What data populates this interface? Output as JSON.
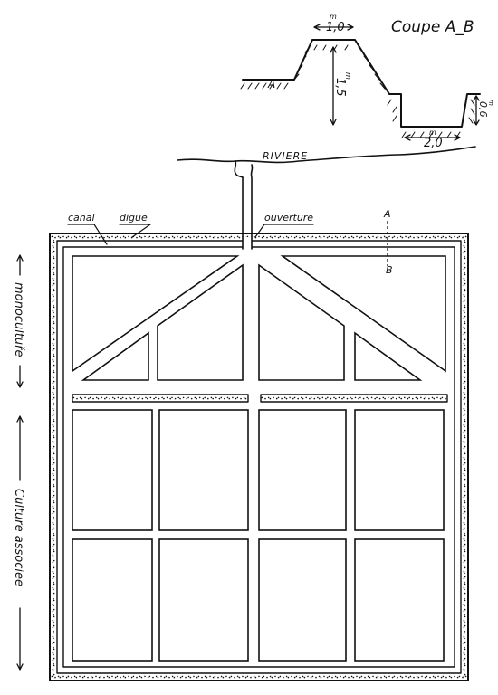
{
  "section": {
    "title": "Coupe A_B",
    "dim_top": "1,0",
    "dim_top_unit": "m",
    "dim_height": "1,5",
    "dim_height_unit": "m",
    "dim_bottom": "2,0",
    "dim_bottom_unit": "m",
    "dim_depth": "0,6",
    "dim_depth_unit": "m",
    "point_a": "A"
  },
  "labels": {
    "river": "RIVIERE",
    "canal": "canal",
    "digue": "digue",
    "ouverture": "ouverture",
    "marker_a": "A",
    "marker_b": "B",
    "monoculture": "monocultuře",
    "culture_associee": "Culture associee"
  }
}
